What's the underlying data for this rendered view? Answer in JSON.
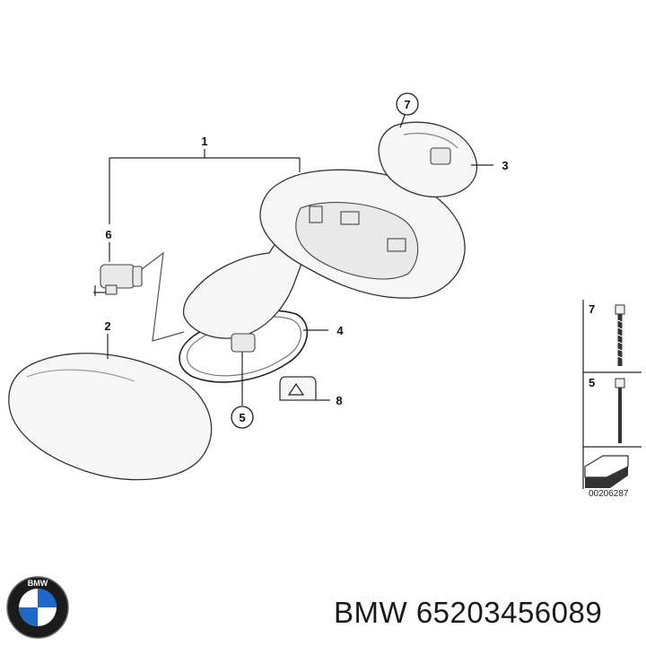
{
  "diagram": {
    "callouts": [
      {
        "id": "c1",
        "label": "1"
      },
      {
        "id": "c2",
        "label": "2"
      },
      {
        "id": "c3",
        "label": "3"
      },
      {
        "id": "c4",
        "label": "4"
      },
      {
        "id": "c5",
        "label": "5"
      },
      {
        "id": "c6",
        "label": "6"
      },
      {
        "id": "c7",
        "label": "7"
      },
      {
        "id": "c8",
        "label": "8"
      }
    ],
    "legend": {
      "item_top": "7",
      "item_bottom": "5",
      "ref_number": "00206287"
    }
  },
  "logo": {
    "brand_text": "BMW"
  },
  "caption": {
    "brand": "BMW",
    "part_number": "65203456089"
  }
}
